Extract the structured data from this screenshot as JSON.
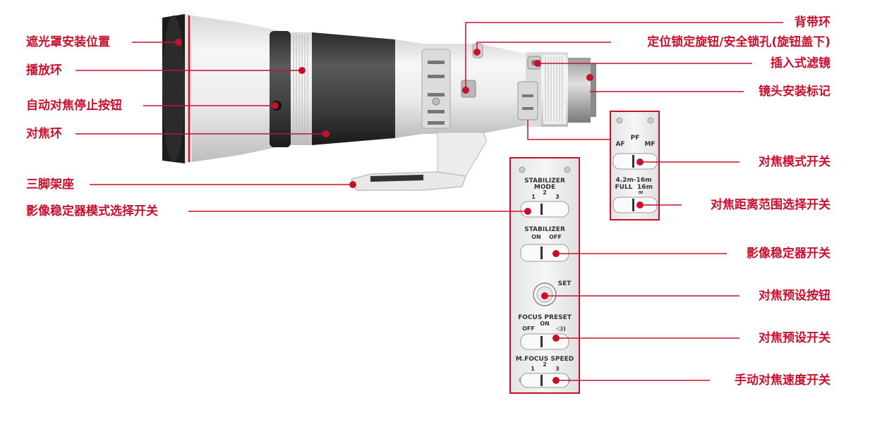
{
  "labels_left": [
    "遮光罩安装位置",
    "播放环",
    "自动对焦停止按钮",
    "对焦环",
    "三脚架座",
    "影像稳定器模式选择开关"
  ],
  "labels_right": [
    "背带环",
    "定位锁定旋钮/安全锁孔(旋钮盖下)",
    "插入式滤镜",
    "镜头安装标记",
    "对焦模式开关",
    "对焦距离范围选择开关",
    "影像稳定器开关",
    "对焦预设按钮",
    "对焦预设开关",
    "手动对焦速度开关"
  ],
  "panel_focus": {
    "pf": "PF",
    "af": "AF",
    "mf": "MF",
    "range": "4.2m-16m",
    "full": "FULL",
    "sixteen": "16m",
    "inf": "∞"
  },
  "panel_stab": {
    "stab_mode_1": "STABILIZER",
    "stab_mode_2": "MODE",
    "m1": "1",
    "m2": "2",
    "m3": "3",
    "stab": "STABILIZER",
    "on": "ON",
    "off": "OFF",
    "set": "SET",
    "fp": "FOCUS PRESET",
    "fp_on": "ON",
    "fp_off": "OFF",
    "mfs": "M.FOCUS SPEED",
    "s1": "1",
    "s2": "2",
    "s3": "3"
  },
  "colors": {
    "accent": "#c8102e",
    "lens_body": "#eeeeee",
    "grip": "#3a3a3a"
  }
}
